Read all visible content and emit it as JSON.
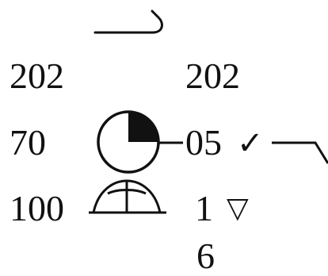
{
  "station_model": {
    "left_column": {
      "pressure_top": "202",
      "temperature": "70",
      "dewpoint": "100"
    },
    "right_column": {
      "pressure_top": "202",
      "pressure_tendency_value": "05",
      "tendency_check_symbol": "✓",
      "precip_value": "1",
      "precip_symbol": "▽",
      "bottom_value": "6"
    },
    "symbols": {
      "sky_cover": "quarter-filled-circle-icon",
      "cloud_type": "dome-cloud-icon",
      "wind_barb": "wind-barb-icon",
      "top_hook": "hook-line-icon"
    }
  }
}
